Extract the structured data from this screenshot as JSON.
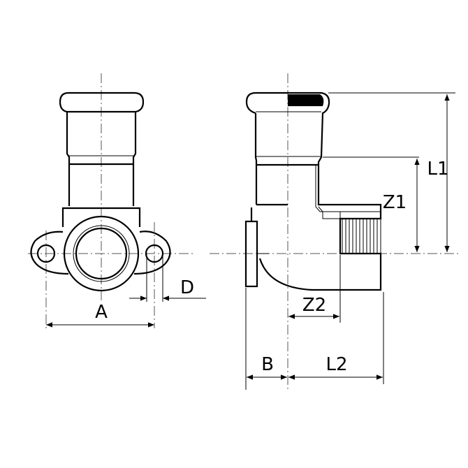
{
  "labels": {
    "A": "A",
    "D": "D",
    "B": "B",
    "L1": "L1",
    "L2": "L2",
    "Z1": "Z1",
    "Z2": "Z2"
  }
}
